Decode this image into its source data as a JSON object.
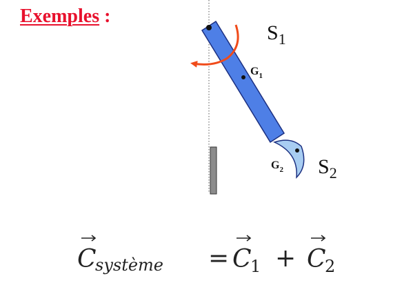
{
  "heading": {
    "word": "Exemples",
    "colon": ":",
    "color": "#e8112d"
  },
  "diagram": {
    "solid1": {
      "letter": "S",
      "index": "1"
    },
    "solid2": {
      "letter": "S",
      "index": "2"
    },
    "centre1": {
      "letter": "G",
      "index": "1"
    },
    "centre2": {
      "letter": "G",
      "index": "2"
    },
    "colors": {
      "rod_fill": "#4e7fe6",
      "rod_stroke": "#1b2f80",
      "hook_fill": "#a8cdf2",
      "rotation_arrow": "#f04b1a",
      "post_fill": "#8c8c8c",
      "axis_line": "#555555"
    }
  },
  "formula": {
    "lhs_symbol": "C",
    "lhs_subscript": "système",
    "equals": "=",
    "term1_symbol": "C",
    "term1_index": "1",
    "plus": "+",
    "term2_symbol": "C",
    "term2_index": "2"
  }
}
